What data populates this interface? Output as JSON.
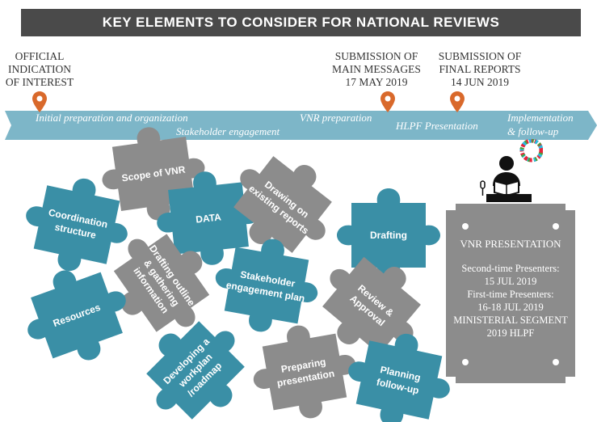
{
  "header": {
    "title": "KEY ELEMENTS TO CONSIDER FOR NATIONAL REVIEWS"
  },
  "milestones": [
    {
      "lines": [
        "OFFICIAL",
        "INDICATION",
        "OF INTEREST"
      ]
    },
    {
      "lines": [
        "SUBMISSION OF",
        "MAIN MESSAGES",
        "17 MAY 2019"
      ]
    },
    {
      "lines": [
        "SUBMISSION OF",
        "FINAL REPORTS",
        "14 JUN 2019"
      ]
    }
  ],
  "timeline": {
    "initial": "Initial preparation and organization",
    "stakeholder": "Stakeholder engagement",
    "vnr_prep": "VNR preparation",
    "hlpf": "HLPF Presentation",
    "impl_1": "Implementation",
    "impl_2": "& follow-up"
  },
  "puzzles": {
    "scope": [
      "Scope of VNR"
    ],
    "coordination": [
      "Coordination",
      "structure"
    ],
    "data": [
      "DATA"
    ],
    "drawing": [
      "Drawing on",
      "existing reports"
    ],
    "drafting": [
      "Drafting"
    ],
    "drafting_outline": [
      "Drafting outline",
      "& gathering",
      "information"
    ],
    "stakeholder_plan": [
      "Stakeholder",
      "engagement plan"
    ],
    "resources": [
      "Resources"
    ],
    "review": [
      "Review &",
      "Approval"
    ],
    "workplan": [
      "Developing a",
      "workplan",
      "/roadmap"
    ],
    "preparing": [
      "Preparing",
      "presentation"
    ],
    "planning": [
      "Planning",
      "follow-up"
    ]
  },
  "presentation": {
    "title": "VNR PRESENTATION",
    "second_label": "Second-time Presenters:",
    "second_date": "15 JUL 2019",
    "first_label": "First-time Presenters:",
    "first_date": "16-18 JUL 2019",
    "ministerial_1": "MINISTERIAL SEGMENT",
    "ministerial_2": "2019 HLPF"
  },
  "colors": {
    "teal": "#3a8fa6",
    "gray": "#8c8c8c",
    "timeline": "#7db6c8",
    "pin": "#d9692b",
    "title_bar": "#4a4a4a"
  }
}
